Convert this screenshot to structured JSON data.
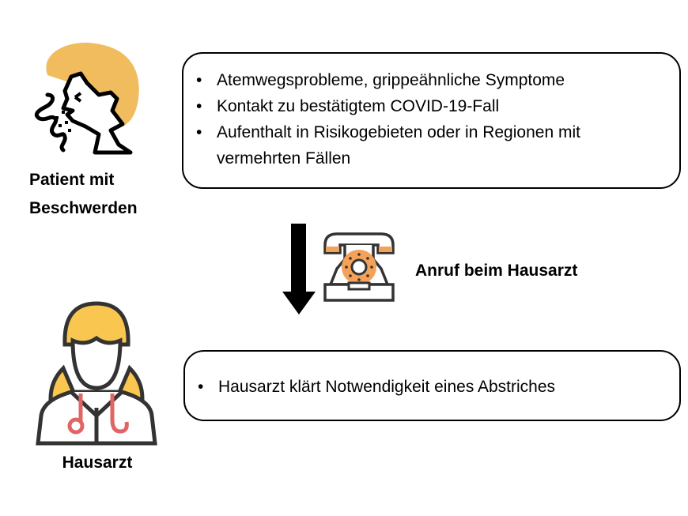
{
  "patient": {
    "label_line1": "Patient mit",
    "label_line2": "Beschwerden",
    "icon": "coughing-person-icon"
  },
  "symptoms_box": {
    "items": [
      "Atemwegsprobleme, grippeähnliche Symptome",
      "Kontakt zu bestätigtem COVID-19-Fall",
      "Aufenthalt in Risikogebieten oder in Regionen mit vermehrten Fällen"
    ]
  },
  "call": {
    "label": "Anruf beim Hausarzt",
    "icon": "telephone-icon"
  },
  "doctor": {
    "label": "Hausarzt",
    "icon": "doctor-icon"
  },
  "doctor_box": {
    "items": [
      "Hausarzt klärt Notwendigkeit eines Abstriches"
    ]
  },
  "colors": {
    "hair_patient": "#F0BC5E",
    "hair_doctor": "#F9C74F",
    "stethoscope": "#E06666",
    "phone_accent": "#F4A259",
    "outline": "#333333"
  }
}
